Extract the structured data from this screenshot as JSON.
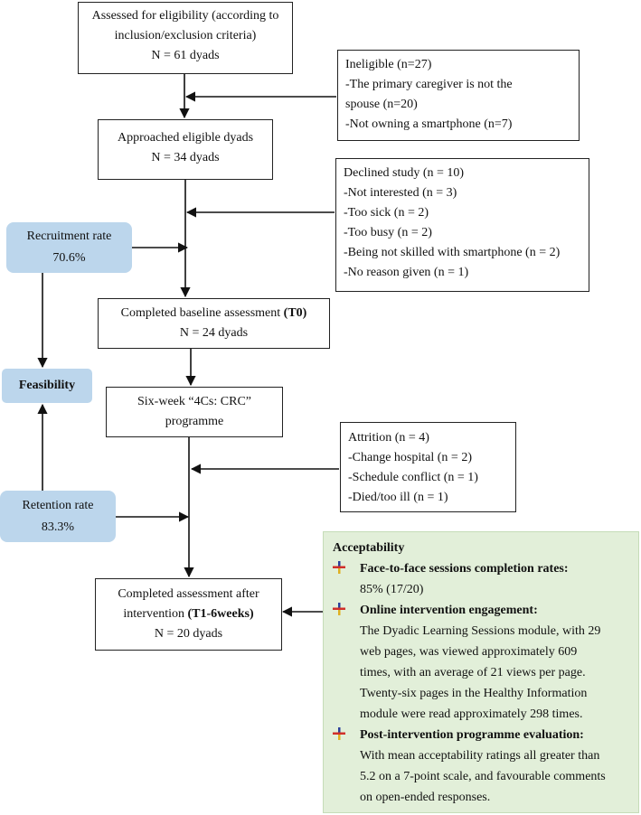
{
  "flow": {
    "assessed": [
      "Assessed for eligibility (according to",
      "inclusion/exclusion criteria)",
      "N = 61 dyads"
    ],
    "approached": [
      "Approached eligible dyads",
      "N = 34 dyads"
    ],
    "baseline": {
      "label": "Completed baseline assessment ",
      "tag": "(T0)",
      "n": "N = 24 dyads"
    },
    "programme": [
      "Six-week “4Cs: CRC”",
      "programme"
    ],
    "after": {
      "line1": "Completed assessment after",
      "label": "intervention ",
      "tag": "(T1-6weeks)",
      "n": "N = 20 dyads"
    }
  },
  "exclusions": {
    "ineligible": [
      "Ineligible (n=27)",
      "-The primary caregiver is not the",
      "spouse (n=20)",
      "-Not owning a smartphone (n=7)"
    ],
    "declined": [
      "Declined study (n = 10)",
      "-Not interested (n = 3)",
      "-Too sick (n = 2)",
      "-Too busy (n = 2)",
      "-Being not skilled with smartphone (n = 2)",
      "-No reason given (n = 1)"
    ],
    "attrition": [
      "Attrition (n = 4)",
      "-Change hospital (n = 2)",
      "-Schedule conflict (n = 1)",
      "-Died/too ill (n = 1)"
    ]
  },
  "feasibility": {
    "label": "Feasibility",
    "recruitment": [
      "Recruitment rate",
      "70.6%"
    ],
    "retention": [
      "Retention rate",
      "83.3%"
    ]
  },
  "acceptability": {
    "title": "Acceptability",
    "items": [
      {
        "head": "Face-to-face sessions completion rates:",
        "lines": [
          "85% (17/20)"
        ]
      },
      {
        "head": "Online intervention engagement:",
        "lines": [
          "The Dyadic Learning Sessions module, with 29",
          "web pages, was viewed approximately 609",
          "times, with an average of 21 views per page.",
          "Twenty-six pages in the Healthy Information",
          "module were read approximately 298 times."
        ]
      },
      {
        "head": "Post-intervention programme evaluation:",
        "lines": [
          "With mean acceptability ratings all greater than",
          "5.2 on a 7-point scale, and favourable comments",
          "on open-ended responses."
        ]
      }
    ]
  },
  "colors": {
    "blue_box": "#bcd6ec",
    "acceptability_bg": "#e2efd9",
    "bullet_red": "#d0302a",
    "bullet_blue": "#2a3f9a",
    "bullet_yellow": "#e0b020"
  }
}
